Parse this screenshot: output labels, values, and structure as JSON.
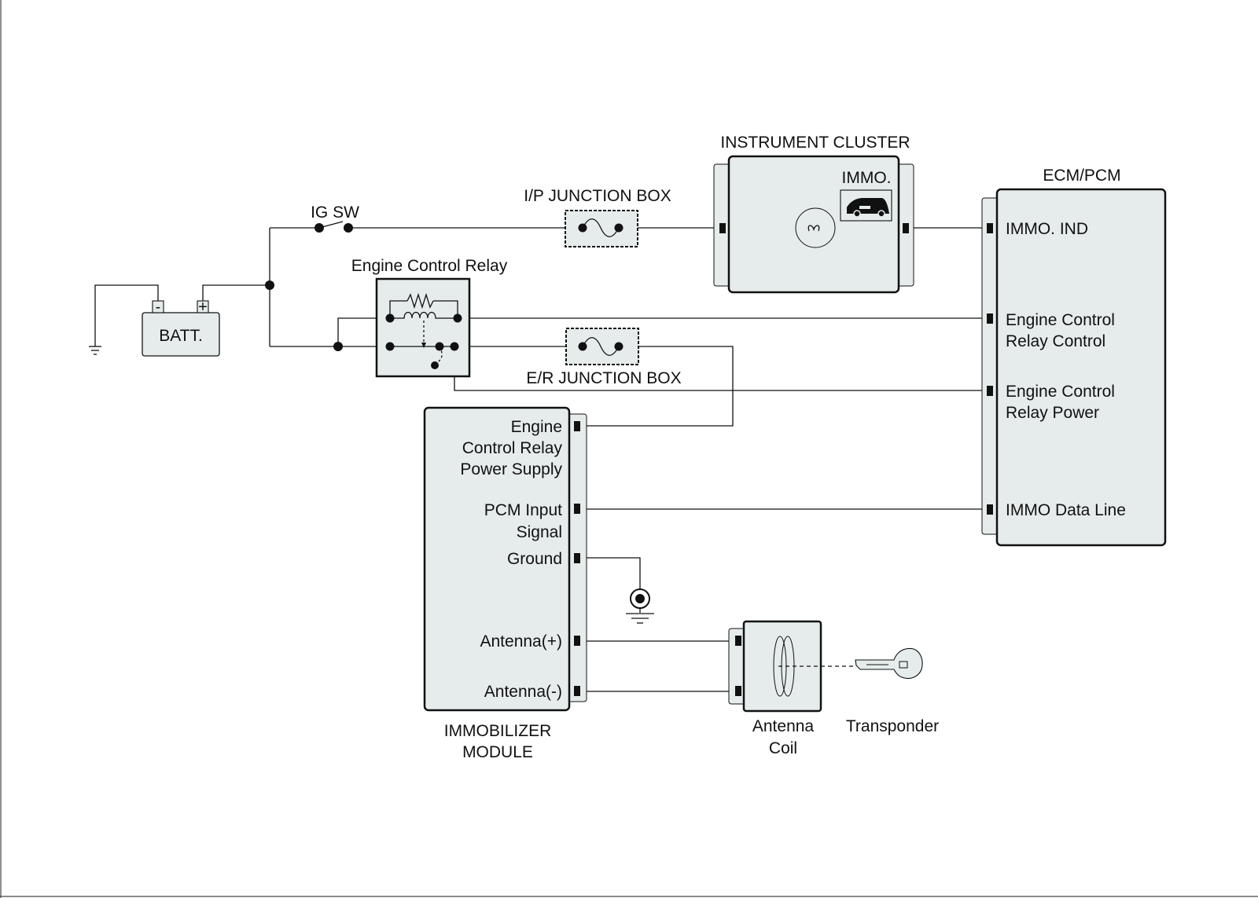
{
  "labels": {
    "instrument_cluster": "INSTRUMENT CLUSTER",
    "immo": "IMMO.",
    "ecm_pcm": "ECM/PCM",
    "ip_junction_box": "I/P JUNCTION BOX",
    "ig_sw": "IG SW",
    "engine_control_relay": "Engine Control Relay",
    "batt": "BATT.",
    "batt_neg": "-",
    "batt_pos": "+",
    "er_junction_box": "E/R JUNCTION BOX",
    "immobilizer_module": [
      "IMMOBILIZER",
      "MODULE"
    ],
    "antenna_coil": [
      "Antenna",
      "Coil"
    ],
    "transponder": "Transponder"
  },
  "ecm_pins": {
    "immo_ind": "IMMO. IND",
    "relay_control": [
      "Engine Control",
      "Relay Control"
    ],
    "relay_power": [
      "Engine Control",
      "Relay Power"
    ],
    "immo_data_line": "IMMO Data Line"
  },
  "module_pins": {
    "relay_power_supply": [
      "Engine",
      "Control Relay",
      "Power Supply"
    ],
    "pcm_input_signal": [
      "PCM Input",
      "Signal"
    ],
    "ground": "Ground",
    "antenna_pos": "Antenna(+)",
    "antenna_neg": "Antenna(-)"
  },
  "colors": {
    "component_fill": "#e6ecec",
    "line": "#111111"
  }
}
